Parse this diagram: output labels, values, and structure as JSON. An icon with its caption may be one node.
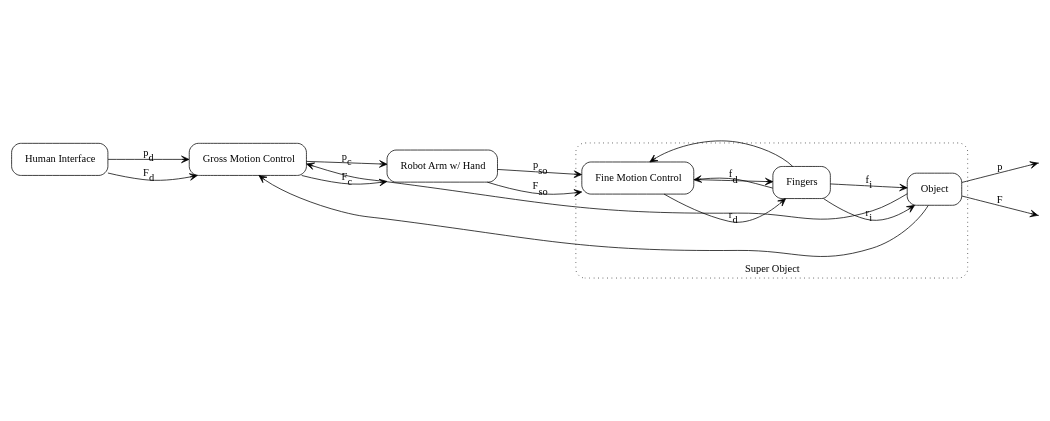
{
  "diagram": {
    "nodes": [
      {
        "text": [
          "Human Interface"
        ]
      },
      {
        "text": [
          "Gross Motion Control"
        ]
      },
      {
        "text": [
          "Robot Arm w/ Hand"
        ]
      },
      {
        "text": [
          "Super Object"
        ]
      },
      {
        "text": [
          "Fine Motion Control"
        ],
        "in": 3
      },
      {
        "text": [
          "Fingers"
        ],
        "in": 3
      },
      {
        "text": [
          "Object"
        ],
        "in": 3
      }
    ],
    "edges": [
      {
        "from": 0,
        "to": 1,
        "arrow": "to",
        "label": "p$_{d}$"
      },
      {
        "from": 0,
        "to": 1,
        "arrow": "to",
        "label": "F$_{d}$"
      },
      {
        "from": 1,
        "to": 2,
        "arrow": "to",
        "label": "p$_{c}$"
      },
      {
        "from": 1,
        "to": 2,
        "arrow": "to",
        "label": "F$_{c}$"
      },
      {
        "from": 2,
        "to": 4,
        "arrow": "to",
        "label": "p$_{so}$"
      },
      {
        "from": 2,
        "to": 4,
        "arrow": "to",
        "label": "F$_{so}$"
      },
      {
        "from": 4,
        "to": 5,
        "arrow": "to",
        "label": "r$_{d}$"
      },
      {
        "from": 4,
        "to": 5,
        "arrow": "to",
        "label": "f$_{d}$"
      },
      {
        "from": 5,
        "to": 6,
        "arrow": "to",
        "label": "r$_{i}$"
      },
      {
        "from": 5,
        "to": 6,
        "arrow": "to",
        "label": "f$_{i}$"
      },
      {
        "from": 5,
        "to": 4,
        "arrow": "to"
      },
      {
        "from": 5,
        "to": 4,
        "arrow": "to"
      },
      {
        "from": 6,
        "to": null,
        "arrow": "to",
        "label": "p"
      },
      {
        "from": 6,
        "to": null,
        "arrow": "to",
        "label": "F"
      },
      {
        "from": 6,
        "to": 1,
        "arrow": "to"
      },
      {
        "from": 6,
        "to": 1,
        "arrow": "to"
      }
    ]
  }
}
